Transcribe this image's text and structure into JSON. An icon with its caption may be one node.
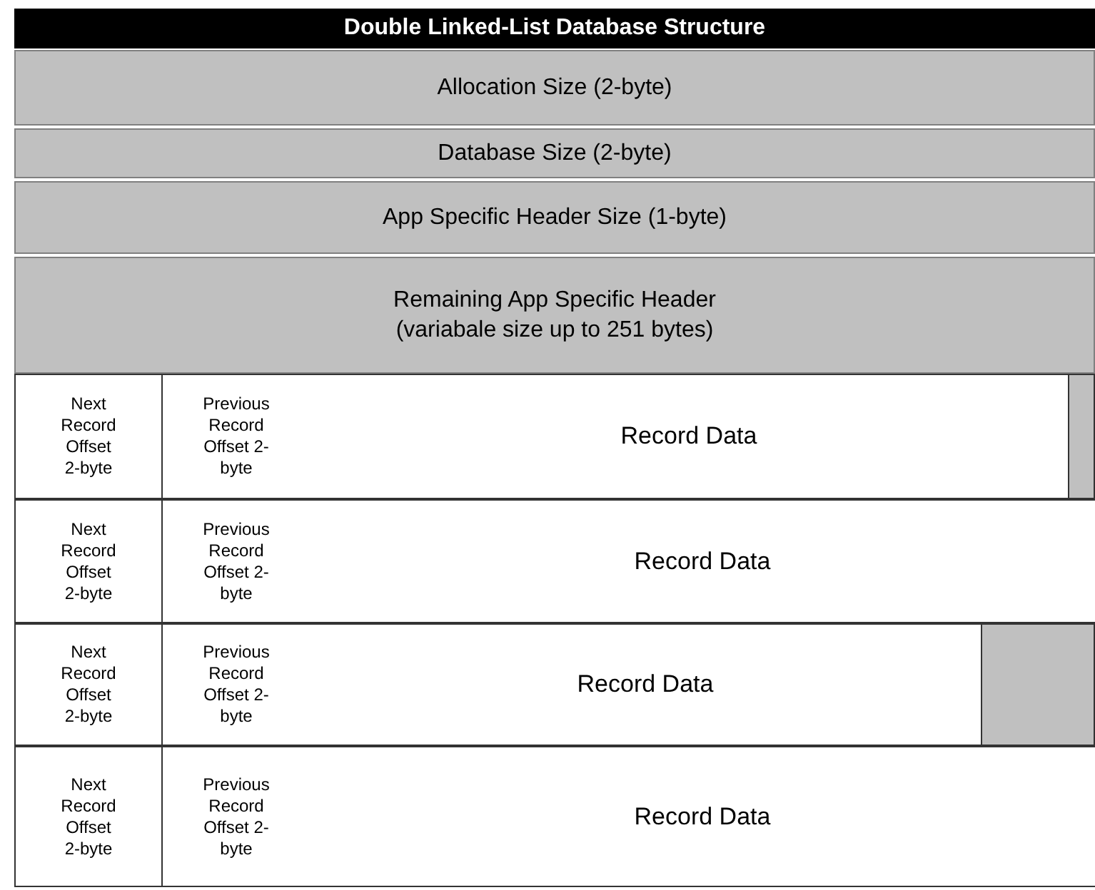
{
  "diagram": {
    "title": "Double Linked-List Database Structure",
    "nodes": [
      {
        "text": [
          "Allocation Size (2-byte)"
        ]
      },
      {
        "text": [
          "Database Size (2-byte)"
        ]
      },
      {
        "text": [
          "App Specific Header Size (1-byte)"
        ]
      },
      {
        "text": [
          "Remaining App Specific Header (variabale size up to 251 bytes)"
        ]
      },
      {
        "text": [
          "Next Record Offset 2-byte"
        ]
      },
      {
        "text": [
          "Previous Record Offset 2-byte"
        ]
      },
      {
        "text": [
          "Record Data"
        ]
      },
      {
        "text": [],
        "shape": "box"
      },
      {
        "text": [
          "Next Record Offset 2-byte"
        ]
      },
      {
        "text": [
          "Previous Record Offset 2-byte"
        ]
      },
      {
        "text": [
          "Record Data"
        ]
      },
      {
        "text": [
          "Next Record Offset 2-byte"
        ]
      },
      {
        "text": [
          "Previous Record Offset 2-byte"
        ]
      },
      {
        "text": [
          "Record Data"
        ]
      },
      {
        "text": [],
        "shape": "box"
      },
      {
        "text": [
          "Next Record Offset 2-byte"
        ]
      },
      {
        "text": [
          "Previous Record Offset 2-byte"
        ]
      },
      {
        "text": [
          "Record Data"
        ]
      }
    ],
    "edges": []
  }
}
